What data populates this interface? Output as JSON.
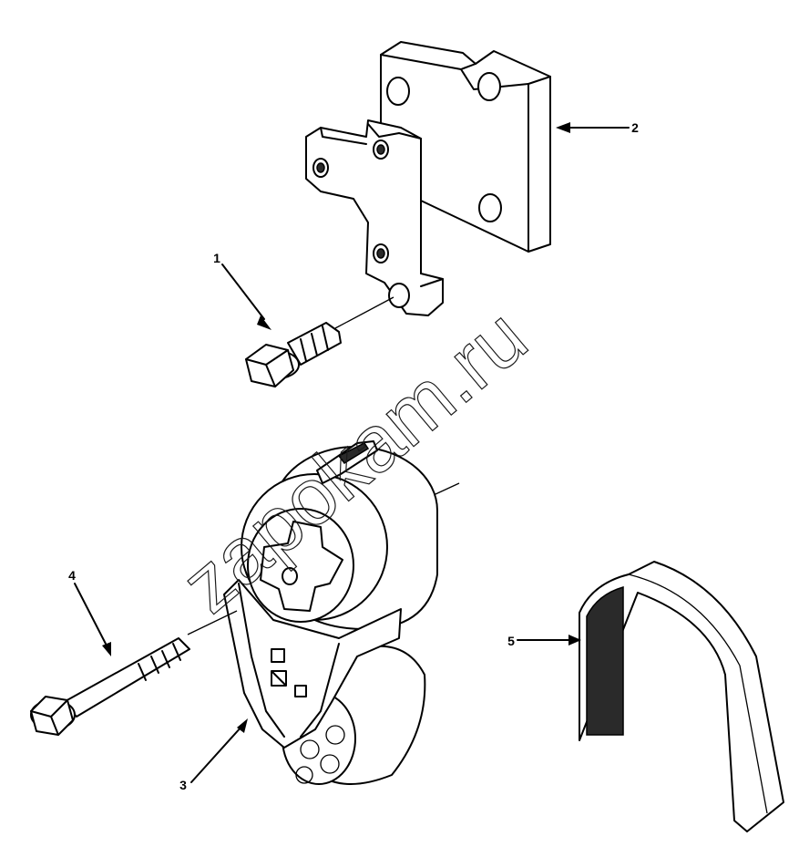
{
  "callouts": [
    {
      "id": "1",
      "label": "1"
    },
    {
      "id": "2",
      "label": "2"
    },
    {
      "id": "3",
      "label": "3"
    },
    {
      "id": "4",
      "label": "4"
    },
    {
      "id": "5",
      "label": "5"
    }
  ],
  "watermark": "zapokam.ru"
}
